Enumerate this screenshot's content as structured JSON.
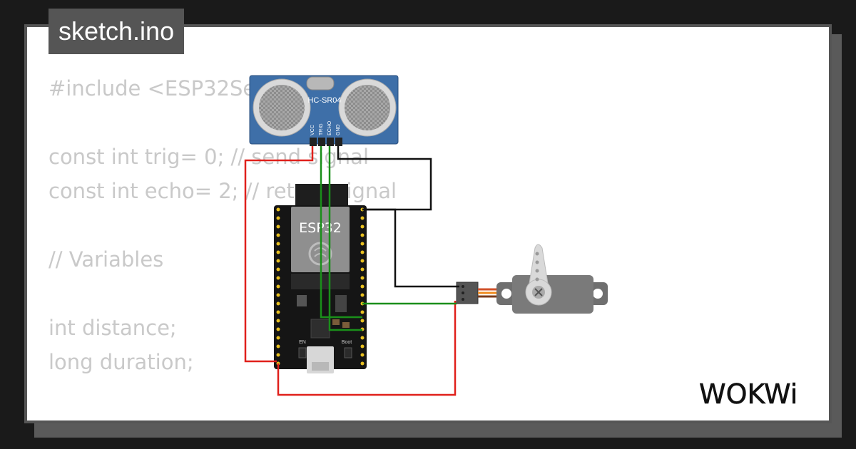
{
  "file_tab": {
    "label": "sketch.ino"
  },
  "code": {
    "lines": [
      "#include <ESP32Se",
      "",
      "const int trig= 0; // send signal",
      "const int echo= 2; // return signal",
      "",
      "// Variables",
      "",
      "int distance;",
      "long duration;"
    ]
  },
  "sensor": {
    "name": "HC-SR04",
    "pins": [
      "VCC",
      "TRIG",
      "ECHO",
      "GND"
    ]
  },
  "board": {
    "name": "ESP32",
    "boot_label": "Boot",
    "en_label": "EN"
  },
  "wires": {
    "red": "#e0201b",
    "green": "#1a8f1a",
    "black": "#111111",
    "orange": "#f08a1c"
  },
  "logo": {
    "text": "WOKWi"
  },
  "icons": {
    "sensor": "ultrasonic-sensor-icon",
    "board": "esp32-board-icon",
    "servo": "servo-motor-icon",
    "logo": "wokwi-logo-icon"
  }
}
